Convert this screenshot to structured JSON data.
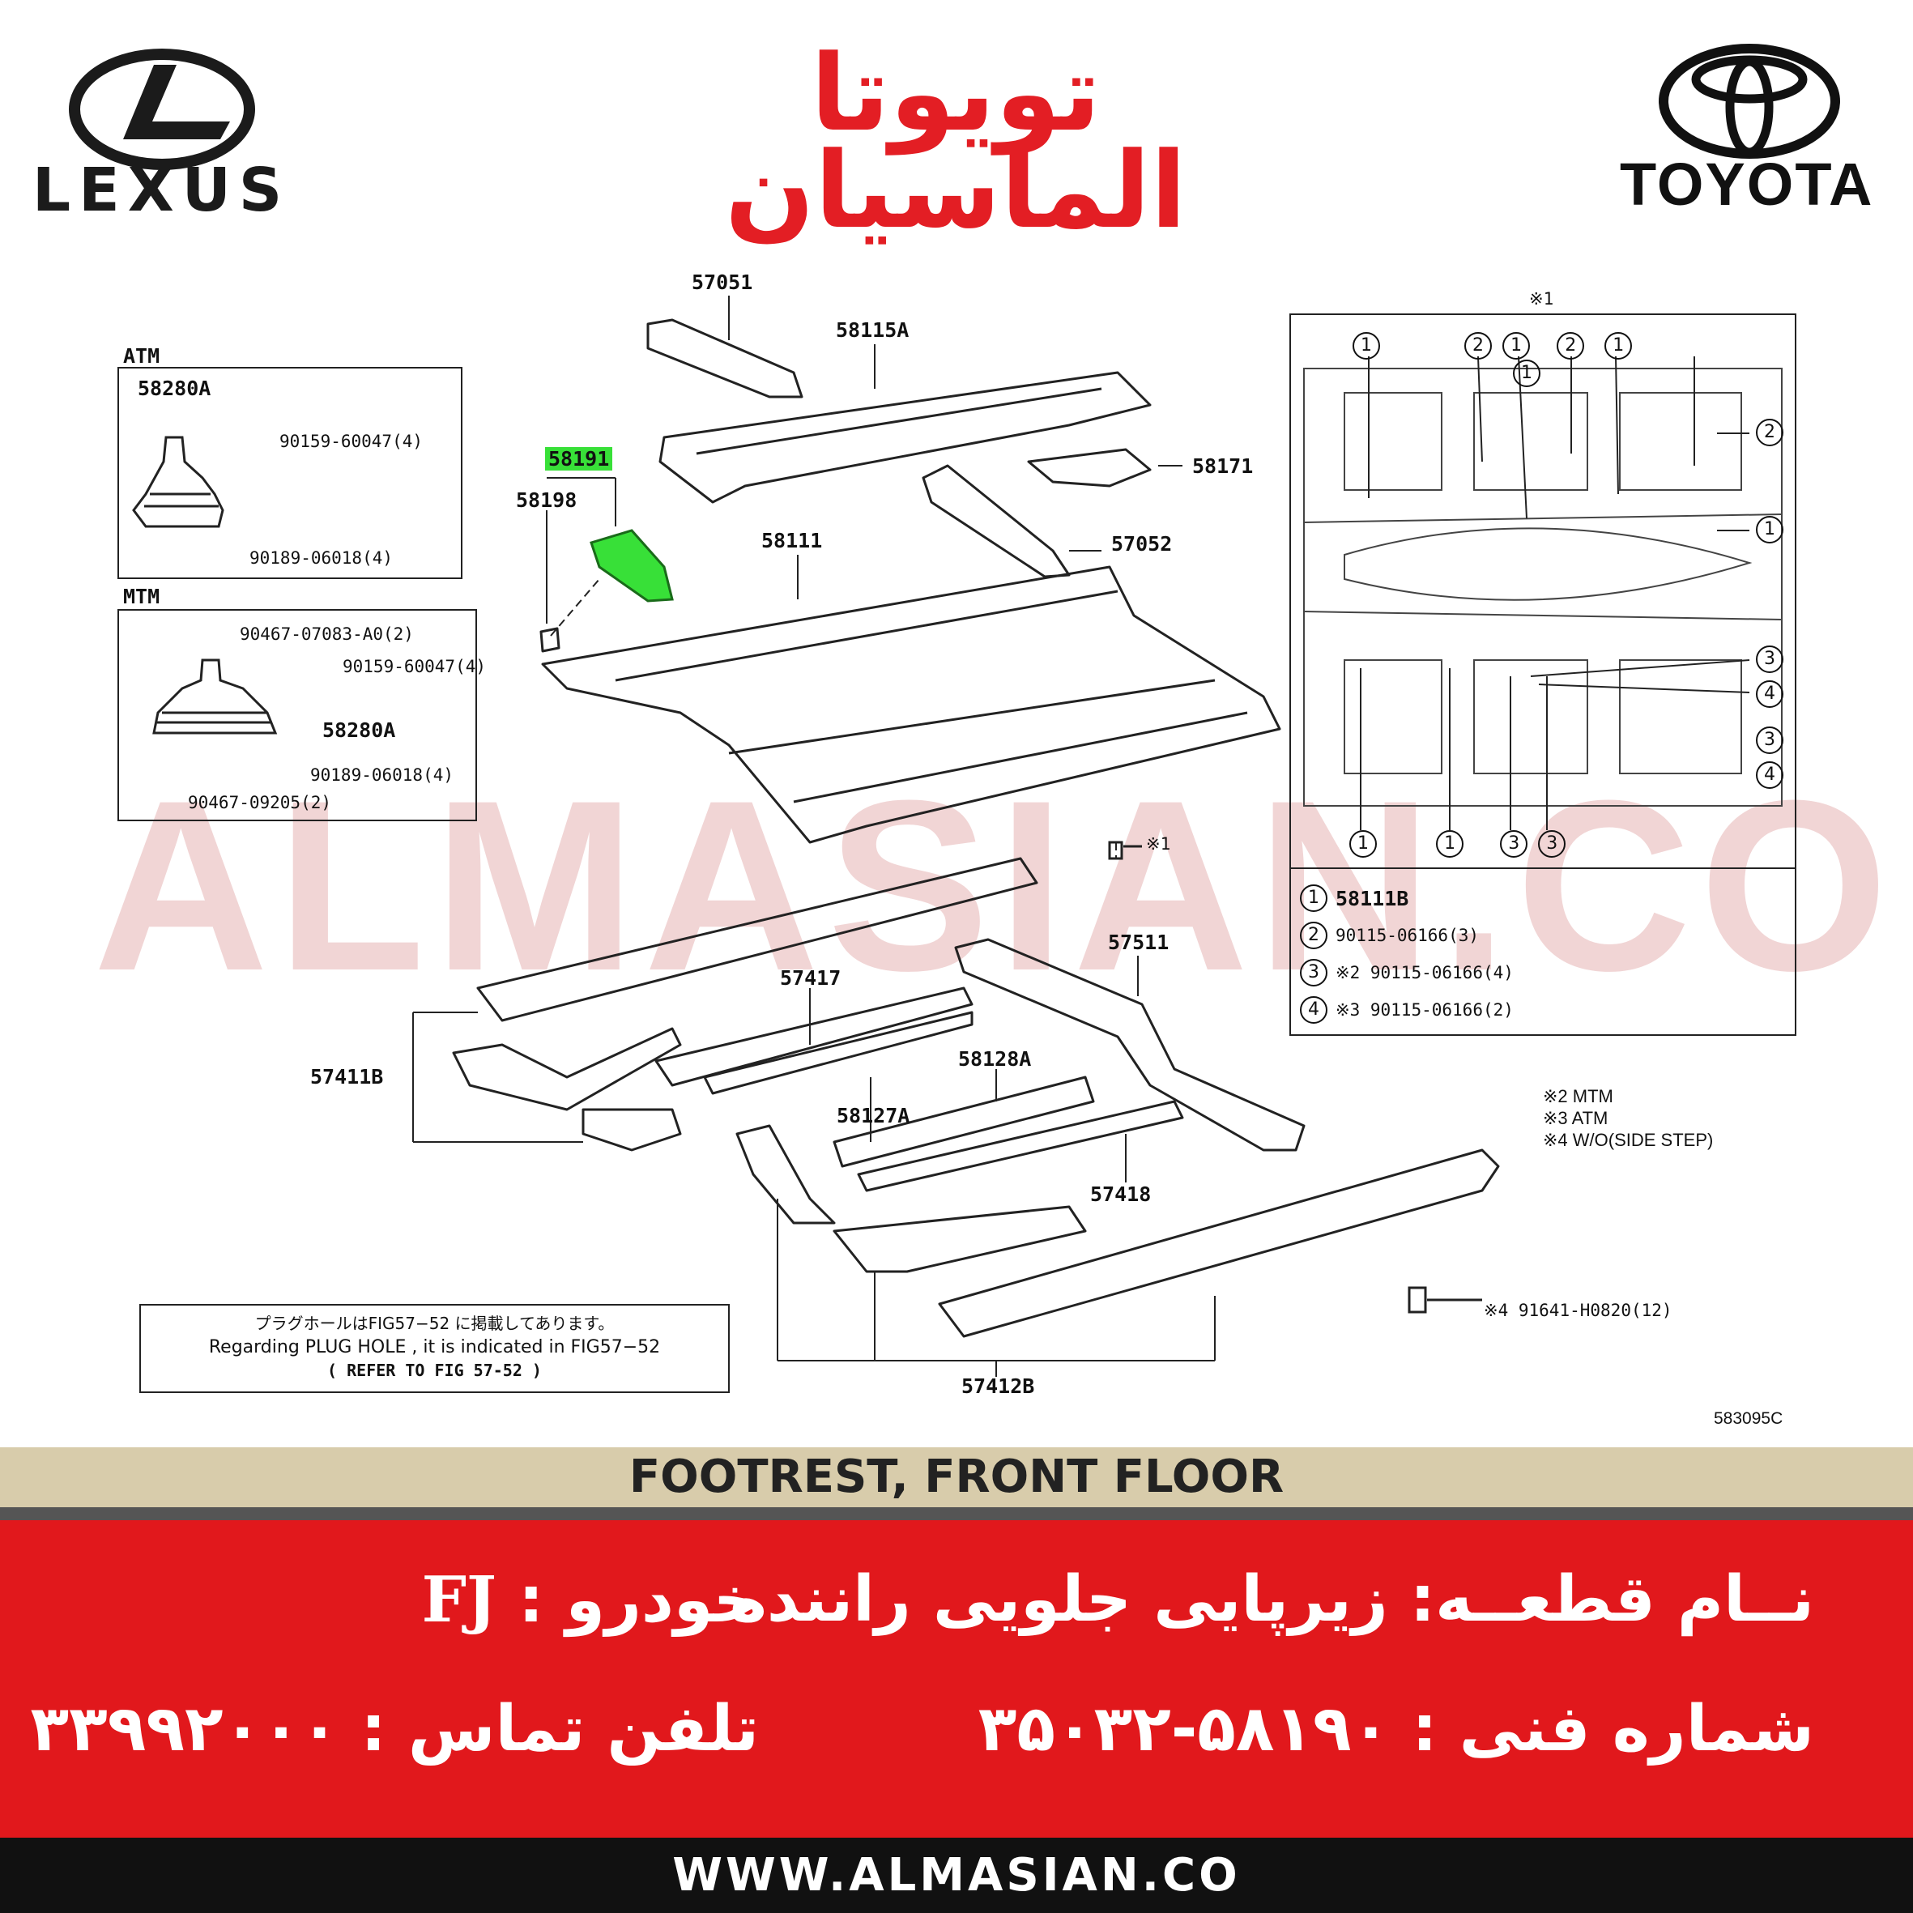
{
  "header": {
    "left_brand": "LEXUS",
    "right_brand": "TOYOTA",
    "shop_logo_line1": "تویوتا",
    "shop_logo_line2": "الماسیان",
    "icons": [
      "lexus-logo-icon",
      "toyota-logo-icon"
    ],
    "accent_color": "#e31e24"
  },
  "watermark": "ALMASIAN.CO",
  "diagram": {
    "atm_box": {
      "label": "ATM",
      "part": "58280A",
      "bolt1": "90159-60047(4)",
      "bolt2": "90189-06018(4)"
    },
    "mtm_box": {
      "label": "MTM",
      "clip1": "90467-07083-A0(2)",
      "bolt1": "90159-60047(4)",
      "part": "58280A",
      "bolt2": "90189-06018(4)",
      "clip2": "90467-09205(2)"
    },
    "parts": {
      "p57051": "57051",
      "p58115A": "58115A",
      "p58191": "58191",
      "p58198": "58198",
      "p58171": "58171",
      "p57052": "57052",
      "p58111": "58111",
      "p1_ref": "※1",
      "p57417": "57417",
      "p57511": "57511",
      "p57411B": "57411B",
      "p58128A": "58128A",
      "p58127A": "58127A",
      "p57418": "57418",
      "p57412B": "57412B",
      "bolt_ref": "※4 91641-H0820(12)",
      "fig_id": "583095C"
    },
    "highlight_color": "#38e038",
    "inset": {
      "title": "※1",
      "legend": [
        {
          "num": "1",
          "text": "58111B"
        },
        {
          "num": "2",
          "text": "90115-06166(3)"
        },
        {
          "num": "3",
          "text": "※2 90115-06166(4)"
        },
        {
          "num": "4",
          "text": "※3 90115-06166(2)"
        }
      ]
    },
    "notes": [
      "※2 MTM",
      "※3 ATM",
      "※4 W/O(SIDE STEP)"
    ],
    "plug_note": {
      "line1": "プラグホールはFIG57−52 に掲載してあります。",
      "line2": "Regarding PLUG HOLE , it is indicated in FIG57−52",
      "line3": "(   REFER TO FIG 57-52       )"
    }
  },
  "title": "FOOTREST, FRONT FLOOR",
  "info": {
    "part_name": "نــام قطعــه: زیرپایی جلویی راننده",
    "vehicle_label": "خودرو : ",
    "vehicle_value": "FJ",
    "tech_number": "شماره فنی : ۵۸۱۹۰-۳۵۰۳۲",
    "phone": "تلفن تماس : ۳۳۹۹۲۰۰۰"
  },
  "footer": "WWW.ALMASIAN.CO"
}
